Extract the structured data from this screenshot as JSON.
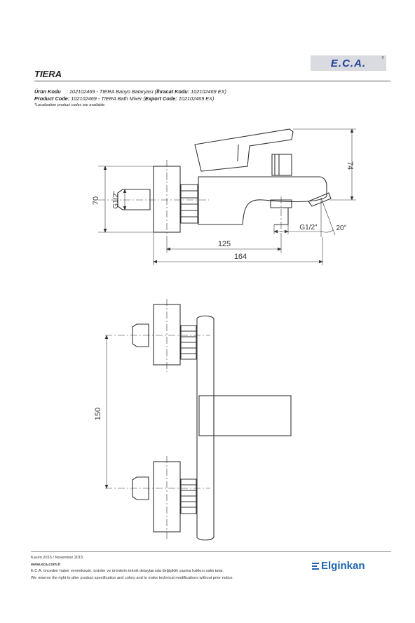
{
  "header": {
    "brand": "E.C.A.",
    "brand_mark": "®",
    "title": "TIERA"
  },
  "codes": {
    "tr_label": "Ürün Kodu",
    "tr_value": ": 102102469 - TIERA Banyo Bataryası (",
    "tr_export_label": "İhracat Kodu:",
    "tr_export_value": " 102102469 EX)",
    "en_label": "Product Code:",
    "en_value": " 102102469 - TIERA Bath Mixer (",
    "en_export_label": "Export Code:",
    "en_export_value": " 102102469 EX)",
    "note": "*Localization product codes are available."
  },
  "dimensions": {
    "height_side": "70",
    "height_top": "74",
    "thread_left": "G1/2\"",
    "thread_bottom": "G1/2\"",
    "angle": "20°",
    "width_125": "125",
    "width_164": "164",
    "spacing_150": "150"
  },
  "footer": {
    "date": "Kasım 2015 / November 2015",
    "website": "www.eca.com.tr",
    "disclaimer_tr": "E.C.A. önceden haber vermeksizin, ürünler ve ürünlerin teknik detaylarında değişiklik yapma hakkını saklı tutar.",
    "disclaimer_en": "We reserve the right to alter product specification and colors and to make technical modifications without prior notice.",
    "company": "Elginkan"
  }
}
